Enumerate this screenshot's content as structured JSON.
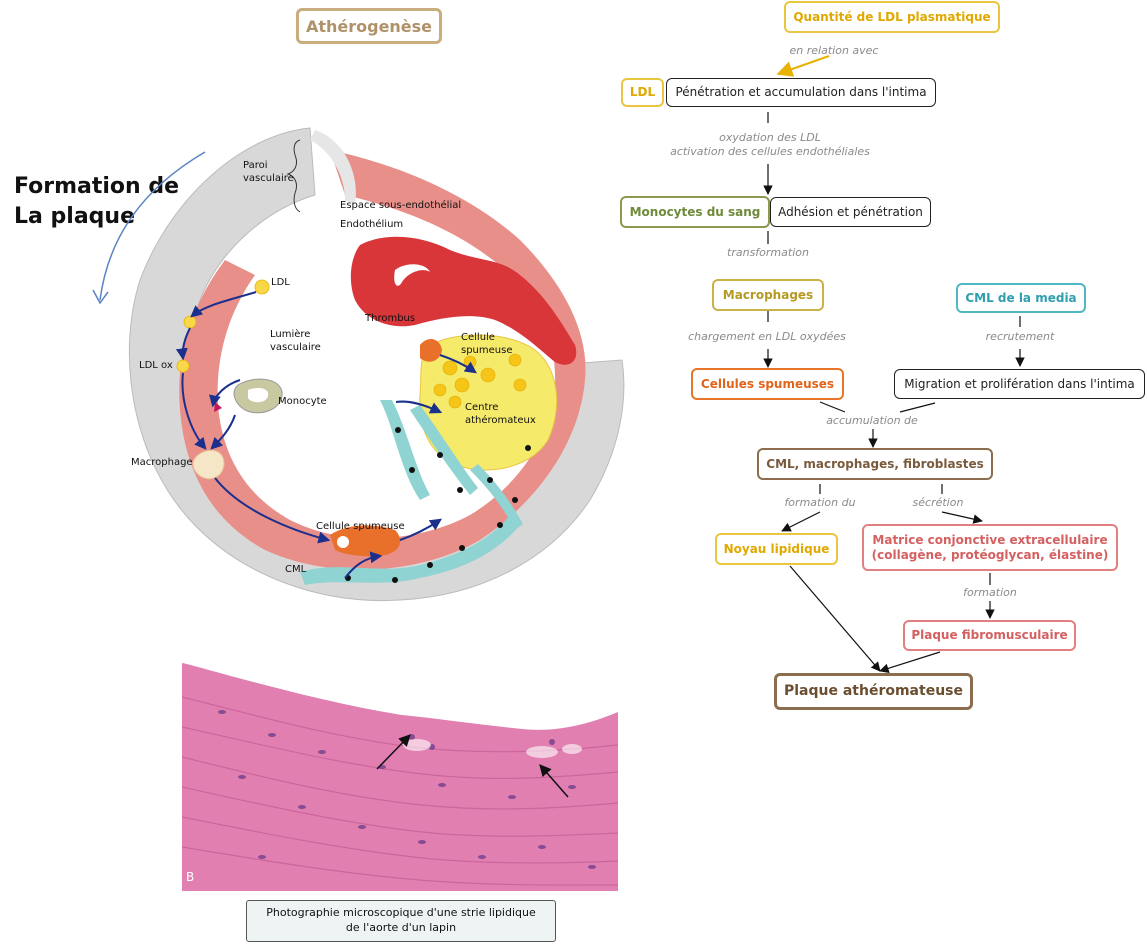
{
  "header": {
    "title": "Athérogenèse"
  },
  "left": {
    "formation_line1": "Formation de",
    "formation_line2": "La plaque",
    "labels": {
      "paroi1": "Paroi",
      "paroi2": "vasculaire",
      "espace": "Espace sous-endothélial",
      "endothelium": "Endothélium",
      "ldl": "LDL",
      "lumiere1": "Lumière",
      "lumiere2": "vasculaire",
      "thrombus": "Thrombus",
      "cellule_spumeuse_top1": "Cellule",
      "cellule_spumeuse_top2": "spumeuse",
      "ldl_ox": "LDL ox",
      "monocyte": "Monocyte",
      "centre1": "Centre",
      "centre2": "athéromateux",
      "macrophage": "Macrophage",
      "cellule_spumeuse_bottom": "Cellule spumeuse",
      "cml": "CML"
    },
    "photo_letter": "B",
    "caption_line1": "Photographie microscopique d'une strie lipidique",
    "caption_line2": "de l'aorte d'un lapin"
  },
  "flow": {
    "nodes": {
      "quantite_ldl": "Quantité de LDL plasmatique",
      "ldl": "LDL",
      "penetration": "Pénétration et accumulation dans l'intima",
      "monocytes": "Monocytes du sang",
      "adhesion": "Adhésion et pénétration",
      "macrophages": "Macrophages",
      "cml_media": "CML de la media",
      "cellules_spumeuses": "Cellules spumeuses",
      "migration": "Migration et prolifération dans l'intima",
      "cml_macro_fibro": "CML, macrophages, fibroblastes",
      "noyau": "Noyau lipidique",
      "matrice1": "Matrice conjonctive extracellulaire",
      "matrice2": "(collagène, protéoglycan, élastine)",
      "plaque_fibro": "Plaque fibromusculaire",
      "plaque_athero": "Plaque athéromateuse"
    },
    "edge_labels": {
      "en_relation": "en relation avec",
      "oxydation": "oxydation des LDL",
      "activation": "activation des cellules endothéliales",
      "transformation": "transformation",
      "chargement": "chargement en LDL oxydées",
      "recrutement": "recrutement",
      "accumulation": "accumulation de",
      "formation_du": "formation du",
      "secretion": "sécrétion",
      "formation": "formation"
    }
  },
  "colors": {
    "wall_gray": "#d4d4d4",
    "intima_pink": "#e98f8a",
    "thrombus_red": "#d9363a",
    "core_yellow": "#f5ea6a",
    "cml_teal": "#8fd3d2",
    "foam_orange": "#e8702a",
    "arrow_blue": "#1b2f8c",
    "tissue_pink": "#e07fb0"
  }
}
